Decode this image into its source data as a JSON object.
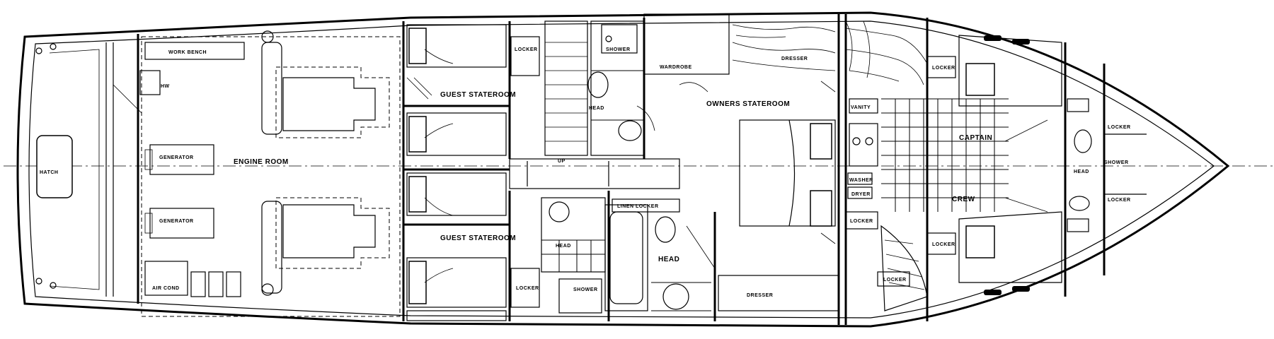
{
  "plan": {
    "labels": {
      "hatch": "HATCH",
      "work_bench": "WORK BENCH",
      "hw": "HW",
      "engine_room": "ENGINE ROOM",
      "generator_1": "GENERATOR",
      "generator_2": "GENERATOR",
      "air_cond": "AIR COND",
      "guest_stateroom_1": "GUEST STATEROOM",
      "guest_stateroom_2": "GUEST STATEROOM",
      "locker_guest_1": "LOCKER",
      "locker_guest_2": "LOCKER",
      "shower_1": "SHOWER",
      "shower_2": "SHOWER",
      "head_1": "HEAD",
      "head_2": "HEAD",
      "head_3": "HEAD",
      "head_4": "HEAD",
      "up": "UP",
      "wardrobe": "WARDROBE",
      "dresser_1": "DRESSER",
      "dresser_2": "DRESSER",
      "owners_stateroom": "OWNERS STATEROOM",
      "linen_locker": "LINEN LOCKER",
      "vanity": "VANITY",
      "washer": "WASHER",
      "dryer": "DRYER",
      "locker_laundry": "LOCKER",
      "locker_stair": "LOCKER",
      "locker_crew_1": "LOCKER",
      "locker_crew_2": "LOCKER",
      "locker_bow_1": "LOCKER",
      "locker_bow_2": "LOCKER",
      "captain": "CAPTAIN",
      "crew": "CREW",
      "shower_bow": "SHOWER"
    }
  }
}
